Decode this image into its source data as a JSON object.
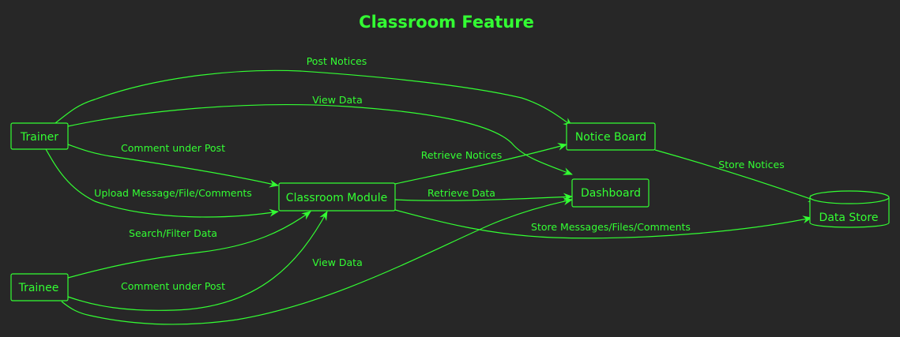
{
  "title": "Classroom Feature",
  "colors": {
    "background": "#272727",
    "stroke": "#33ff33",
    "text": "#33ff33"
  },
  "nodes": {
    "trainer": "Trainer",
    "trainee": "Trainee",
    "classroom_module": "Classroom Module",
    "notice_board": "Notice Board",
    "dashboard": "Dashboard",
    "data_store": "Data Store"
  },
  "edges": {
    "post_notices": "Post Notices",
    "view_data_trainer": "View Data",
    "comment_trainer": "Comment under Post",
    "upload": "Upload Message/File/Comments",
    "search_filter": "Search/Filter Data",
    "comment_trainee": "Comment under Post",
    "view_data_trainee": "View Data",
    "retrieve_notices": "Retrieve Notices",
    "retrieve_data": "Retrieve Data",
    "store_messages": "Store Messages/Files/Comments",
    "store_notices": "Store Notices"
  }
}
